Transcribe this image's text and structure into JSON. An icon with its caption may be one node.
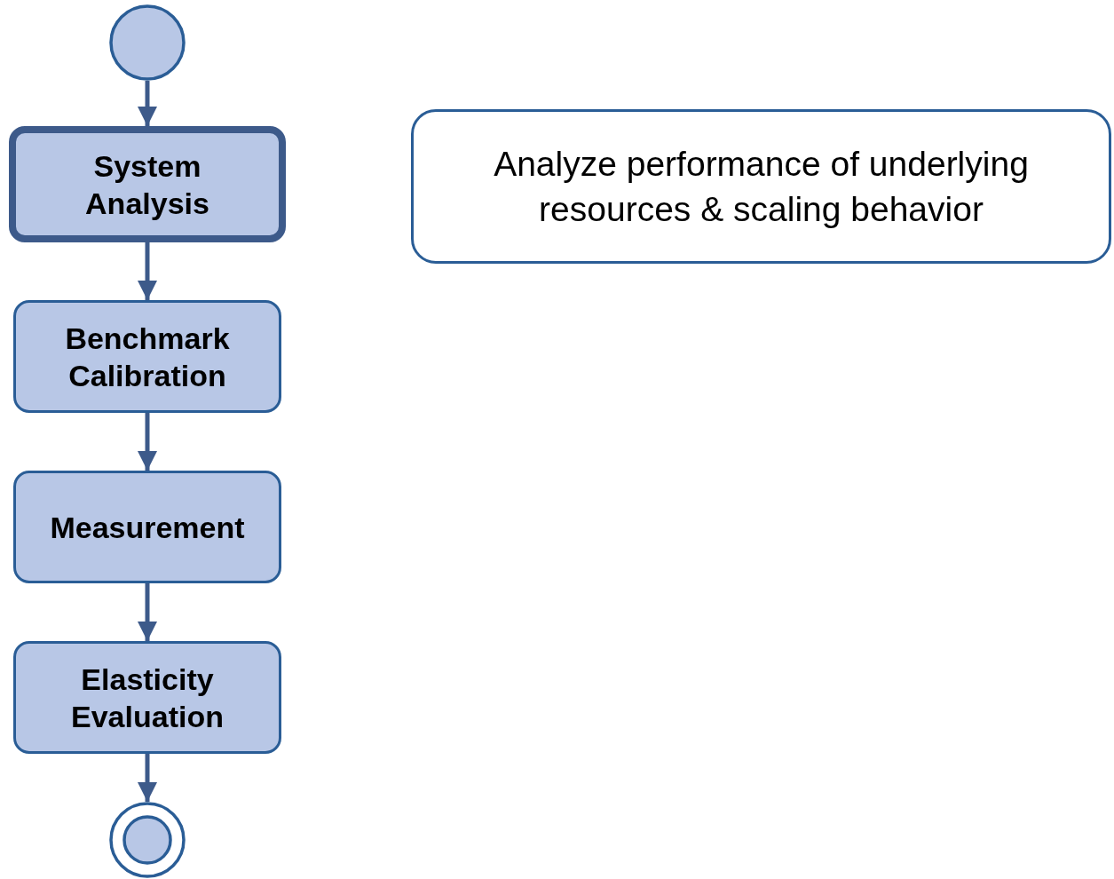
{
  "diagram": {
    "nodes": [
      {
        "text": [],
        "shape": "circle"
      },
      {
        "text": [
          "System Analysis"
        ]
      },
      {
        "text": [
          "Benchmark Calibration"
        ]
      },
      {
        "text": [
          "Measurement"
        ]
      },
      {
        "text": [
          "Elasticity Evaluation"
        ]
      },
      {
        "text": [],
        "shape": "circle"
      },
      {
        "text": [
          "Analyze performance of underlying resources & scaling behavior"
        ]
      }
    ],
    "edges": [
      {
        "from": 0,
        "to": 1,
        "arrow": "to"
      },
      {
        "from": 1,
        "to": 2,
        "arrow": "to"
      },
      {
        "from": 2,
        "to": 3,
        "arrow": "to"
      },
      {
        "from": 3,
        "to": 4,
        "arrow": "to"
      },
      {
        "from": 4,
        "to": 5,
        "arrow": "to"
      }
    ]
  }
}
